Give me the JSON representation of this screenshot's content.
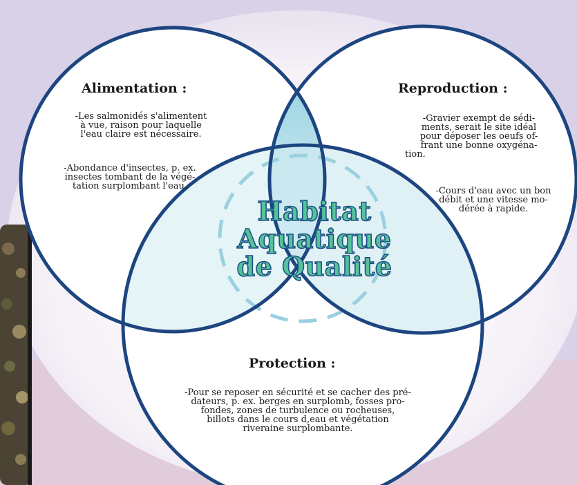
{
  "diagram": {
    "title_lines": [
      "Habitat",
      "Aquatique",
      "de Qualité"
    ],
    "circles": {
      "alimentation": {
        "heading": "Alimentation :",
        "paragraph1": [
          "-Les salmonidés s'alimentent",
          "à vue, raison pour laquelle",
          "l'eau claire est nécessaire."
        ],
        "paragraph2": [
          "-Abondance d'insectes, p. ex.",
          "insectes tombant de la végé-",
          "tation surplombant l'eau."
        ]
      },
      "reproduction": {
        "heading": "Reproduction :",
        "paragraph1": [
          "-Gravier exempt de sédi-",
          "ments, serait le site idéal",
          "pour déposer les oeufs of-",
          "frant une bonne oxygéna-",
          "tion."
        ],
        "paragraph2": [
          "-Cours d'eau avec un bon",
          "débit et une vitesse mo-",
          "dérée à rapide."
        ]
      },
      "protection": {
        "heading": "Protection :",
        "paragraph1": [
          "-Pour se reposer en sécurité et se cacher des pré-",
          "dateurs, p. ex. berges en surplomb, fosses pro-",
          "fondes, zones de turbulence ou rocheuses,",
          "billots dans le cours d,eau et végétation",
          "riveraine surplombante."
        ]
      }
    },
    "colors": {
      "outline": "#1d4580",
      "center_fill_top": "#7fc8d8",
      "title_fill": "#55c39a",
      "title_stroke": "#1d4f85",
      "background": "#d8d0e6"
    }
  }
}
